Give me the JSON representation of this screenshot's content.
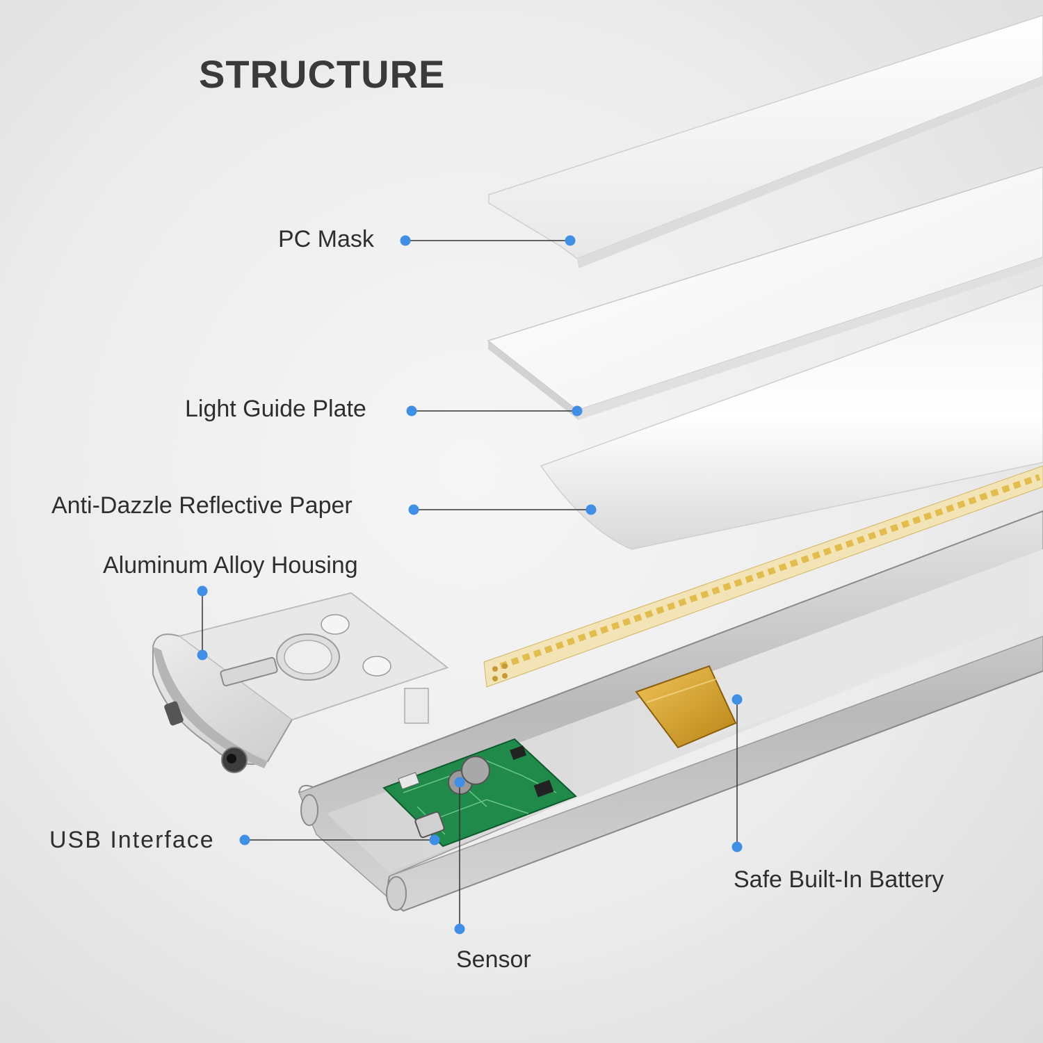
{
  "title": "STRUCTURE",
  "labels": {
    "pc_mask": "PC Mask",
    "light_guide_plate": "Light Guide Plate",
    "anti_dazzle_paper": "Anti-Dazzle Reflective Paper",
    "aluminum_housing": "Aluminum Alloy Housing",
    "usb_interface": "USB Interface",
    "battery": "Safe Built-In Battery",
    "sensor": "Sensor"
  },
  "colors": {
    "callout_dot": "#3f8fe6",
    "callout_line": "#333333",
    "title": "#3a3a3a",
    "pcb_green": "#1f8a4a",
    "battery_gold": "#d9a533",
    "led_yellow": "#e6c45c",
    "aluminum": "#c8c8c8"
  }
}
